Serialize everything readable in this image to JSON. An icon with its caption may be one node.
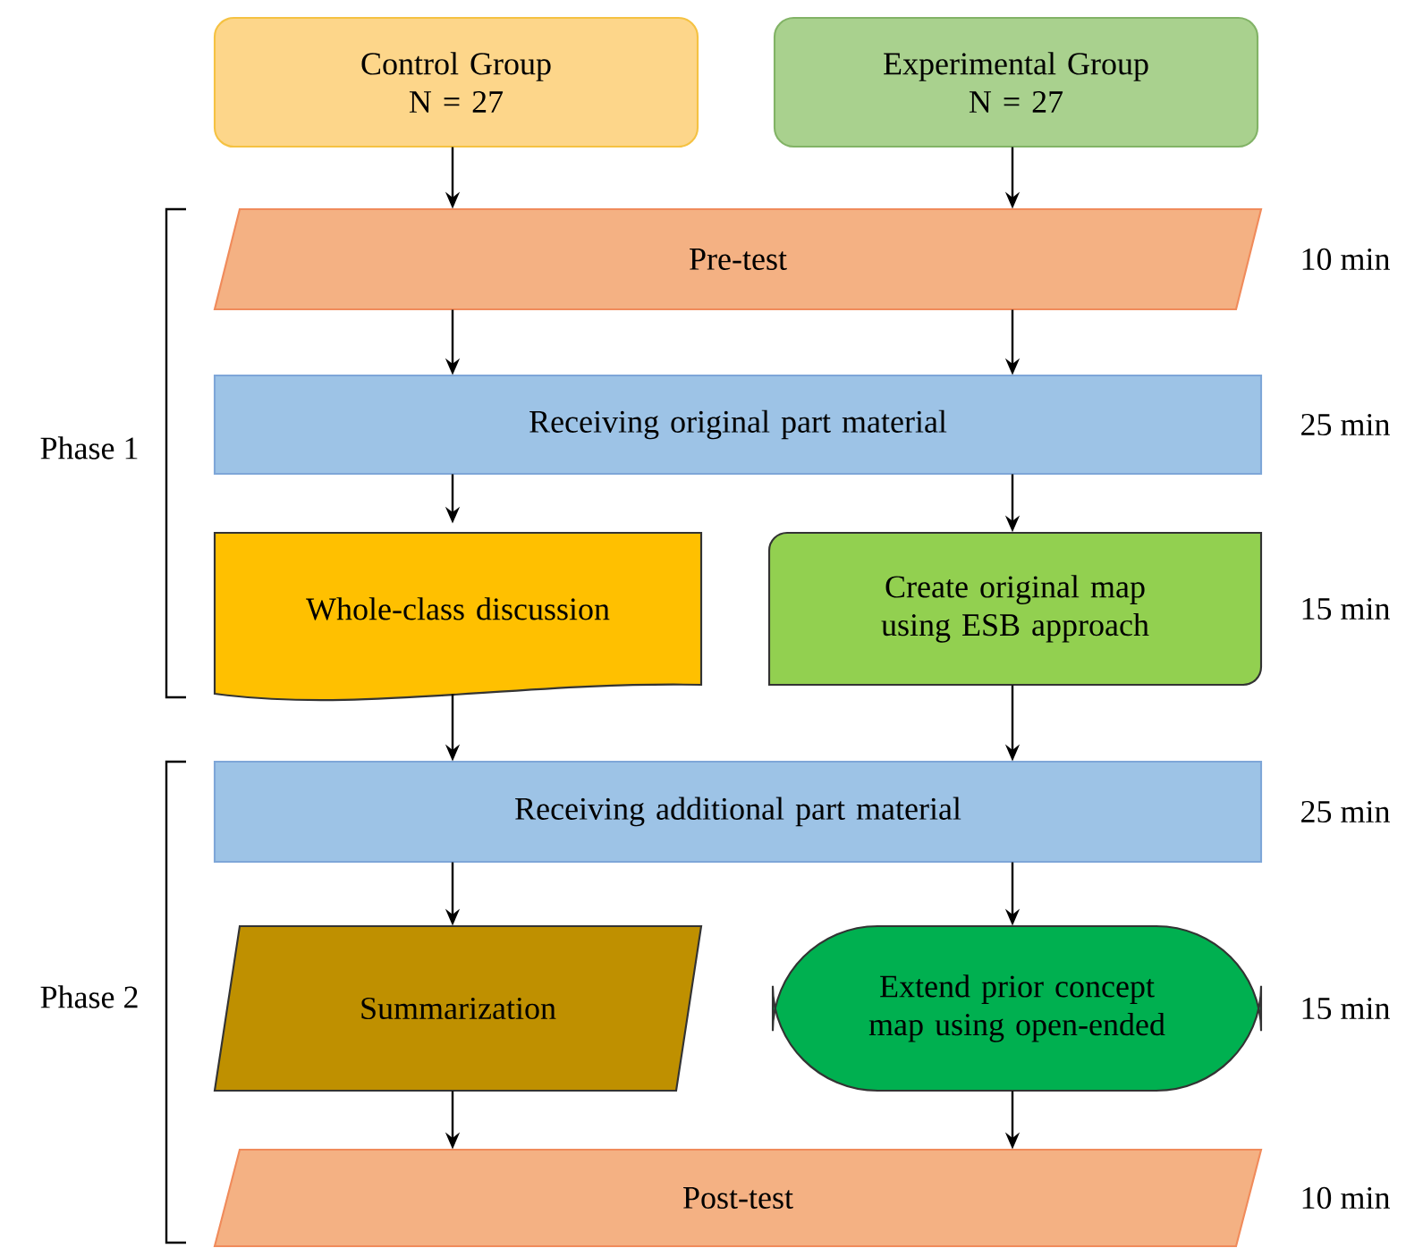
{
  "diagram": {
    "nodes": [
      {
        "text": [
          "Control Group",
          "N = 27"
        ]
      },
      {
        "text": [
          "Experimental Group",
          "N = 27"
        ]
      },
      {
        "text": [
          "Pre-test"
        ],
        "beside": [
          "10 min"
        ]
      },
      {
        "text": [
          "Receiving original part material"
        ],
        "beside": [
          "25 min"
        ]
      },
      {
        "text": [
          "Whole-class discussion"
        ]
      },
      {
        "text": [
          "Create original map using ESB approach"
        ],
        "beside": [
          "15 min"
        ]
      },
      {
        "text": [
          "Receiving additional part material"
        ],
        "beside": [
          "25 min"
        ]
      },
      {
        "text": [
          "Summarization"
        ]
      },
      {
        "text": [
          "Extend prior concept map using open-ended"
        ],
        "beside": [
          "15 min"
        ]
      },
      {
        "text": [
          "Post-test"
        ],
        "beside": [
          "10 min"
        ]
      }
    ],
    "edges": [
      {
        "from": 0,
        "to": 2,
        "arrow": "to"
      },
      {
        "from": 1,
        "to": 2,
        "arrow": "to"
      },
      {
        "from": 2,
        "to": 3,
        "arrow": "to"
      },
      {
        "from": 2,
        "to": 3,
        "arrow": "to"
      },
      {
        "from": 3,
        "to": 4,
        "arrow": "to"
      },
      {
        "from": 3,
        "to": 5,
        "arrow": "to"
      },
      {
        "from": 4,
        "to": 6,
        "arrow": "to"
      },
      {
        "from": 5,
        "to": 6,
        "arrow": "to"
      },
      {
        "from": 6,
        "to": 7,
        "arrow": "to"
      },
      {
        "from": 6,
        "to": 8,
        "arrow": "to"
      },
      {
        "from": 7,
        "to": 9,
        "arrow": "to"
      },
      {
        "from": 8,
        "to": 9,
        "arrow": "to"
      }
    ],
    "labels": [
      "Phase 1",
      "Phase 2"
    ]
  }
}
